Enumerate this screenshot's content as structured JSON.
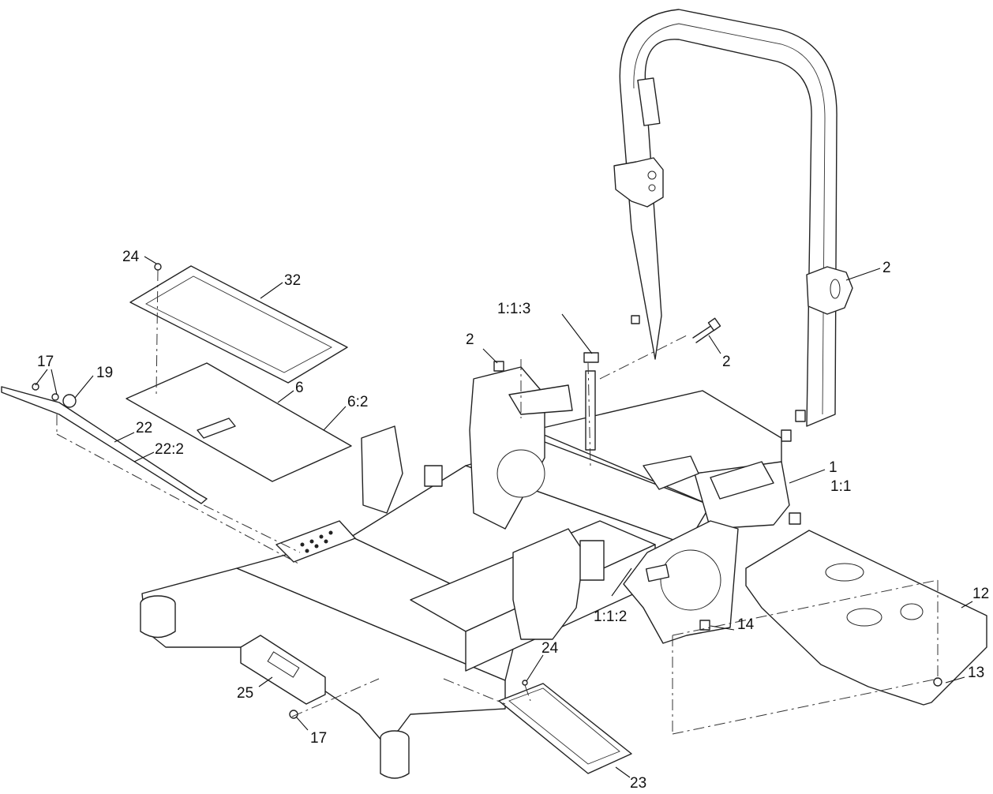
{
  "callouts": [
    {
      "id": "c-24-top",
      "label": "24"
    },
    {
      "id": "c-32",
      "label": "32"
    },
    {
      "id": "c-17-left",
      "label": "17"
    },
    {
      "id": "c-19",
      "label": "19"
    },
    {
      "id": "c-6",
      "label": "6"
    },
    {
      "id": "c-6-2",
      "label": "6:2"
    },
    {
      "id": "c-22",
      "label": "22"
    },
    {
      "id": "c-22-2",
      "label": "22:2"
    },
    {
      "id": "c-2-nut",
      "label": "2"
    },
    {
      "id": "c-1-1-3",
      "label": "1:1:3"
    },
    {
      "id": "c-2-bolt",
      "label": "2"
    },
    {
      "id": "c-2-rops",
      "label": "2"
    },
    {
      "id": "c-1",
      "label": "1"
    },
    {
      "id": "c-1-1",
      "label": "1:1"
    },
    {
      "id": "c-1-1-2",
      "label": "1:1:2"
    },
    {
      "id": "c-14",
      "label": "14"
    },
    {
      "id": "c-12",
      "label": "12"
    },
    {
      "id": "c-13",
      "label": "13"
    },
    {
      "id": "c-24-bottom",
      "label": "24"
    },
    {
      "id": "c-25",
      "label": "25"
    },
    {
      "id": "c-17-bottom",
      "label": "17"
    },
    {
      "id": "c-23",
      "label": "23"
    }
  ]
}
